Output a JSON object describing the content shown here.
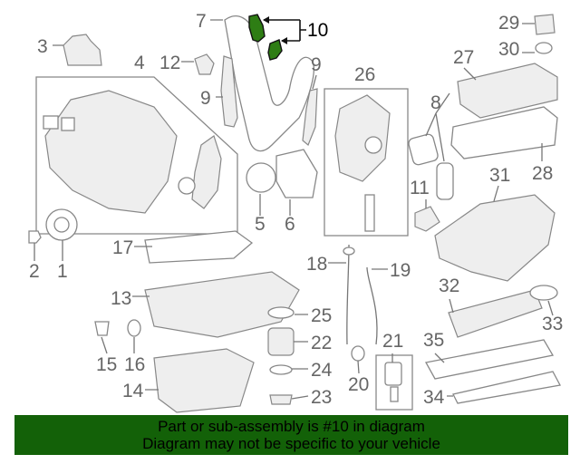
{
  "diagram": {
    "highlighted_part": "10",
    "highlight_color": "#2e7d14",
    "callouts": [
      "3",
      "4",
      "7",
      "10",
      "12",
      "9",
      "9",
      "26",
      "29",
      "30",
      "27",
      "8",
      "28",
      "11",
      "31",
      "5",
      "6",
      "2",
      "1",
      "17",
      "18",
      "19",
      "32",
      "33",
      "13",
      "25",
      "22",
      "24",
      "23",
      "15",
      "16",
      "14",
      "20",
      "21",
      "35",
      "34"
    ]
  },
  "banner": {
    "line1": "Part or sub-assembly is #10 in diagram",
    "line2": "Diagram may not be specific to your vehicle",
    "background": "#136108"
  }
}
